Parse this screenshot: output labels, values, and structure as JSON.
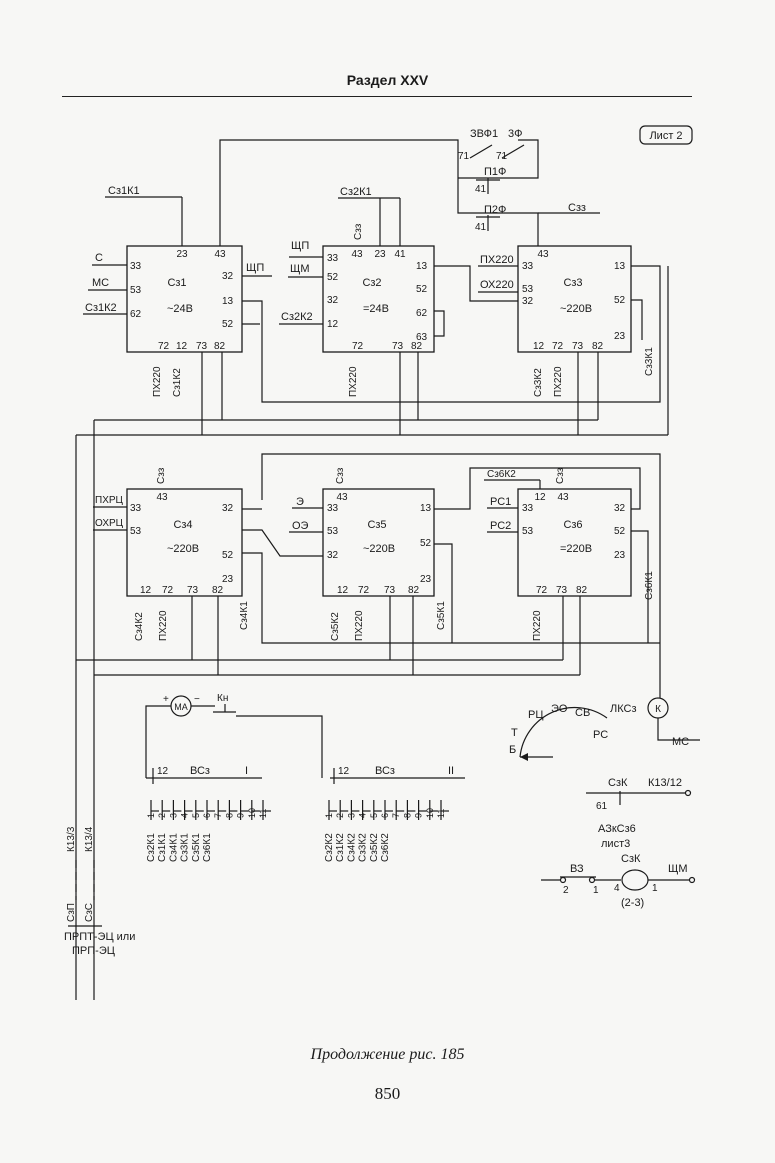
{
  "header": {
    "section_title": "Раздел XXV",
    "sheet_label": "Лист 2"
  },
  "footer": {
    "caption": "Продолжение рис. 185",
    "page_number": "850"
  },
  "blocks": [
    {
      "name": "Сз1",
      "type": "~24В",
      "pins": [
        "23",
        "43",
        "33",
        "53",
        "62",
        "32",
        "13",
        "52",
        "72",
        "12",
        "73",
        "82"
      ]
    },
    {
      "name": "Сз2",
      "type": "=24В",
      "pins": [
        "43",
        "23",
        "41",
        "33",
        "52",
        "32",
        "12",
        "13",
        "52",
        "62",
        "63",
        "72",
        "73",
        "82"
      ]
    },
    {
      "name": "Сз3",
      "type": "~220В",
      "pins": [
        "43",
        "33",
        "53",
        "32",
        "13",
        "52",
        "23",
        "12",
        "72",
        "73",
        "82"
      ]
    },
    {
      "name": "Сз4",
      "type": "~220В",
      "pins": [
        "43",
        "33",
        "53",
        "32",
        "52",
        "23",
        "12",
        "72",
        "73",
        "82"
      ]
    },
    {
      "name": "Сз5",
      "type": "~220В",
      "pins": [
        "43",
        "33",
        "53",
        "32",
        "13",
        "52",
        "23",
        "12",
        "72",
        "73",
        "82"
      ]
    },
    {
      "name": "Сз6",
      "type": "=220В",
      "pins": [
        "12",
        "43",
        "33",
        "53",
        "32",
        "52",
        "23",
        "72",
        "73",
        "82"
      ]
    }
  ],
  "labels": {
    "sz1k1": "Сз1К1",
    "c": "С",
    "mc": "МС",
    "sz1k2": "Сз1К2",
    "schp1": "ЩП",
    "px220": "ПХ220",
    "sz2k1": "Сз2К1",
    "szz": "Сзз",
    "schp2": "ЩП",
    "schm": "ЩМ",
    "sz2k2": "Сз2К2",
    "zvf1": "ЗВФ1",
    "zf": "3Ф",
    "n71": "71",
    "p1f": "П1Ф",
    "p2f": "П2Ф",
    "n41": "41",
    "ox220": "ОХ220",
    "sz3k2": "Сз3К2",
    "sz3k1": "Сз3К1",
    "pxrc": "ПХРЦ",
    "oxrc": "ОХРЦ",
    "sz4k2": "Сз4К2",
    "sz4k1": "Сз4К1",
    "e": "Э",
    "oe": "ОЭ",
    "sz5k2": "Сз5К2",
    "sz5k1": "Сз5К1",
    "sz6k2": "Сз6К2",
    "pc1": "РС1",
    "pc2": "РС2",
    "sz6k1": "Сз6К1",
    "ma": "МА",
    "kn": "Кн",
    "vsz": "ВСз",
    "roman1": "I",
    "roman2": "II",
    "n12": "12",
    "rc": "РЦ",
    "eo": "ЭО",
    "sv": "СВ",
    "t": "Т",
    "rs": "РС",
    "b": "Б",
    "lksz": "ЛКСз",
    "k": "К",
    "szk": "СзК",
    "k13_12": "К13/12",
    "n61": "61",
    "azksz6": "АЗкСз6",
    "list3": "лист3",
    "v3": "ВЗ",
    "n2": "2",
    "n1": "1",
    "n4": "4",
    "range": "(2-3)",
    "k13_3": "К13/3",
    "k13_4": "К13/4",
    "szp": "СзП",
    "szs": "СзС",
    "prpt_a": "ПРПТ-ЭЦ или",
    "prpt_b": "ПРП-ЭЦ"
  },
  "switch_rows": {
    "left": [
      "Сз2К1",
      "Сз1К1",
      "Сз4К1",
      "Сз3К1",
      "Сз5К1",
      "Сз6К1"
    ],
    "right": [
      "Сз2К2",
      "Сз1К2",
      "Сз4К2",
      "Сз3К2",
      "Сз5К2",
      "Сз6К2"
    ],
    "pin_numbers": [
      "1",
      "2",
      "3",
      "4",
      "5",
      "6",
      "7",
      "8",
      "9",
      "10",
      "11"
    ]
  }
}
